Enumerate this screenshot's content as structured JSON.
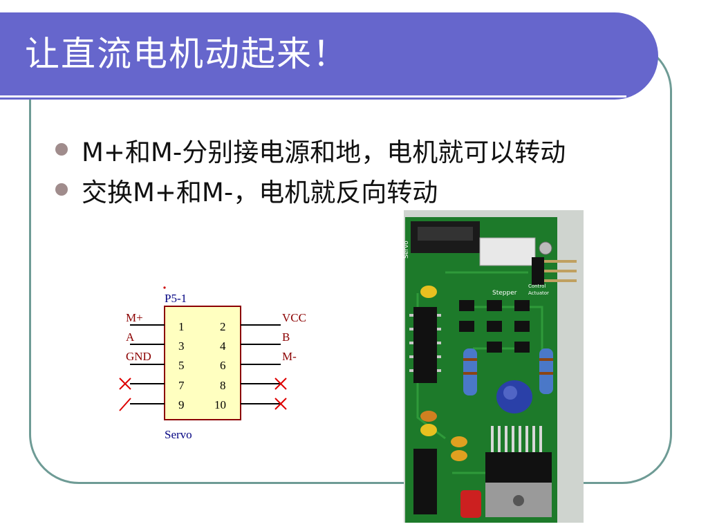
{
  "title": "让直流电机动起来！",
  "bullets": [
    "M+和M-分别接电源和地，电机就可以转动",
    "交换M+和M-，电机就反向转动"
  ],
  "schematic": {
    "designator": "P5-1",
    "name": "Servo",
    "left_labels": [
      "M+",
      "A",
      "GND"
    ],
    "right_labels": [
      "VCC",
      "B",
      "M-"
    ],
    "pins": [
      "1",
      "2",
      "3",
      "4",
      "5",
      "6",
      "7",
      "8",
      "9",
      "10"
    ]
  },
  "photo": {
    "silkscreen": [
      "Servo",
      "Stepper",
      "Control",
      "Actuator"
    ]
  },
  "colors": {
    "title_bar": "#6666cc",
    "frame_border": "#6e9b95",
    "bullet_dot": "#a08c8c",
    "pin_label": "#8b0000",
    "pin_number": "#000080",
    "component_fill": "#ffffc0",
    "component_stroke": "#8b0000",
    "pcb": "#1d7a2a"
  }
}
